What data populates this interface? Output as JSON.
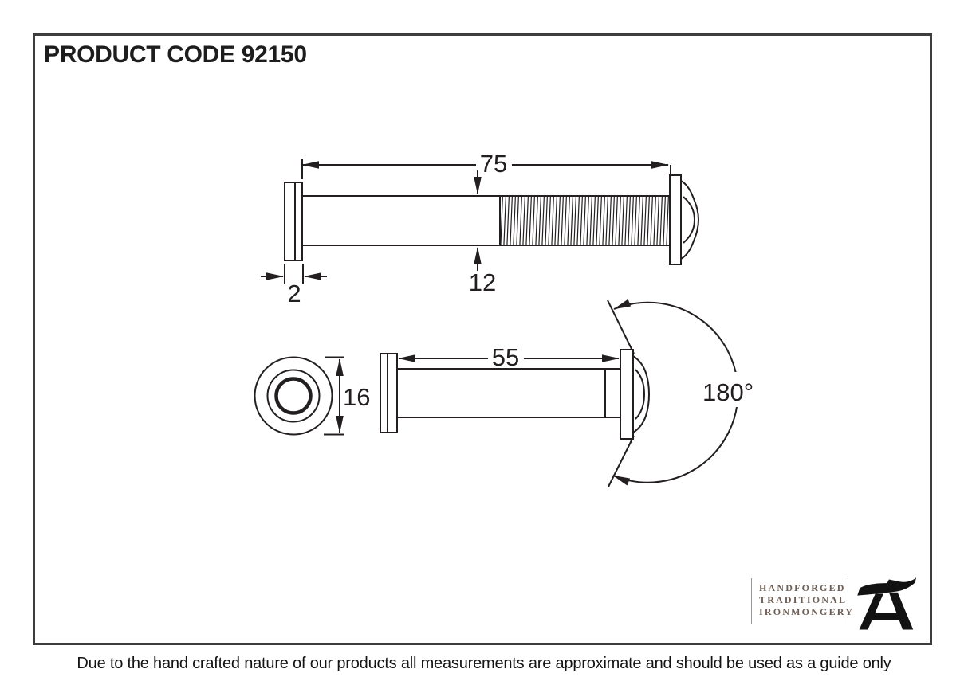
{
  "page": {
    "title": "PRODUCT CODE 92150",
    "disclaimer": "Due to the hand crafted nature of our products all measurements are approximate and should be used as a guide only"
  },
  "drawing": {
    "dimensions": {
      "overall_length": "75",
      "flange_thickness": "2",
      "barrel_diameter": "12",
      "barrel_length": "55",
      "eyepiece_diameter": "16",
      "viewing_angle": "180°"
    }
  },
  "branding": {
    "lines": [
      "HANDFORGED",
      "TRADITIONAL",
      "IRONMONGERY"
    ],
    "logo_icon": "anvil-icon",
    "text_color": "#6d5e55"
  },
  "colors": {
    "line": "#231f20",
    "border": "#3d3d3d",
    "background": "#ffffff"
  }
}
